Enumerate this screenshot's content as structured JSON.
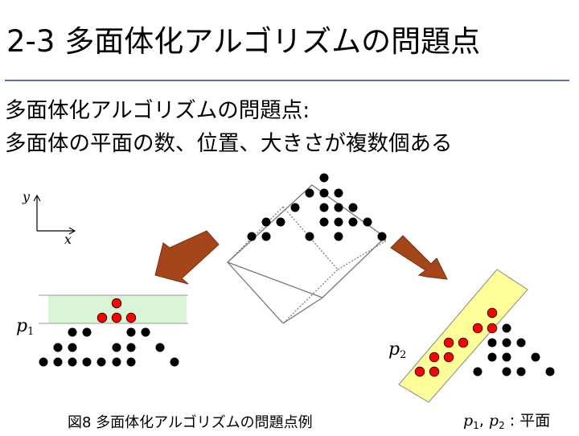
{
  "slide": {
    "title": "2-3 多面体化アルゴリズムの問題点",
    "line1": "多面体化アルゴリズムの問題点:",
    "line2": "多面体の平面の数、位置、大きさが複数個ある",
    "caption": "図8  多面体化アルゴリズムの問題点例",
    "plane_note_suffix": " : 平面"
  },
  "axes": {
    "y": "y",
    "x": "x"
  },
  "plane_labels": {
    "p1_base": "p",
    "p1_sub": "1",
    "p2_base": "p",
    "p2_sub": "2"
  },
  "note_labels": {
    "p": "p",
    "sub1": "1",
    "sep": ", ",
    "sub2": "2"
  },
  "colors": {
    "accent_rule": "#5a6fb0",
    "arrow": "#a5461a",
    "red_point": "#ff0000",
    "band_green": "#d9f5d6",
    "band_yellow": "#ffff99"
  }
}
